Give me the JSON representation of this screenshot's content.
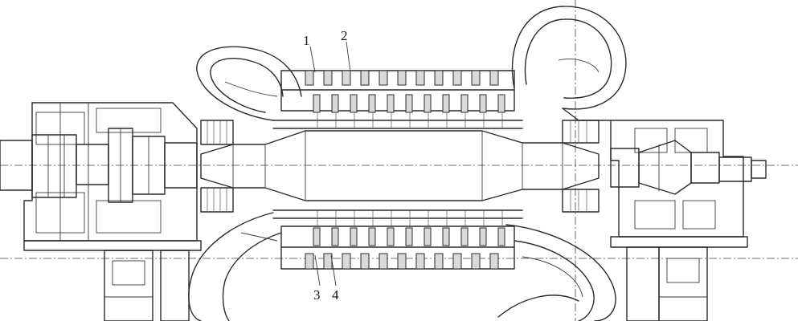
{
  "callouts": [
    {
      "label": "1"
    },
    {
      "label": "2"
    },
    {
      "label": "3"
    },
    {
      "label": "4"
    }
  ],
  "colors": {
    "ink": "#2a2a2a",
    "paper": "#ffffff",
    "shade": "#d9d9d9"
  }
}
